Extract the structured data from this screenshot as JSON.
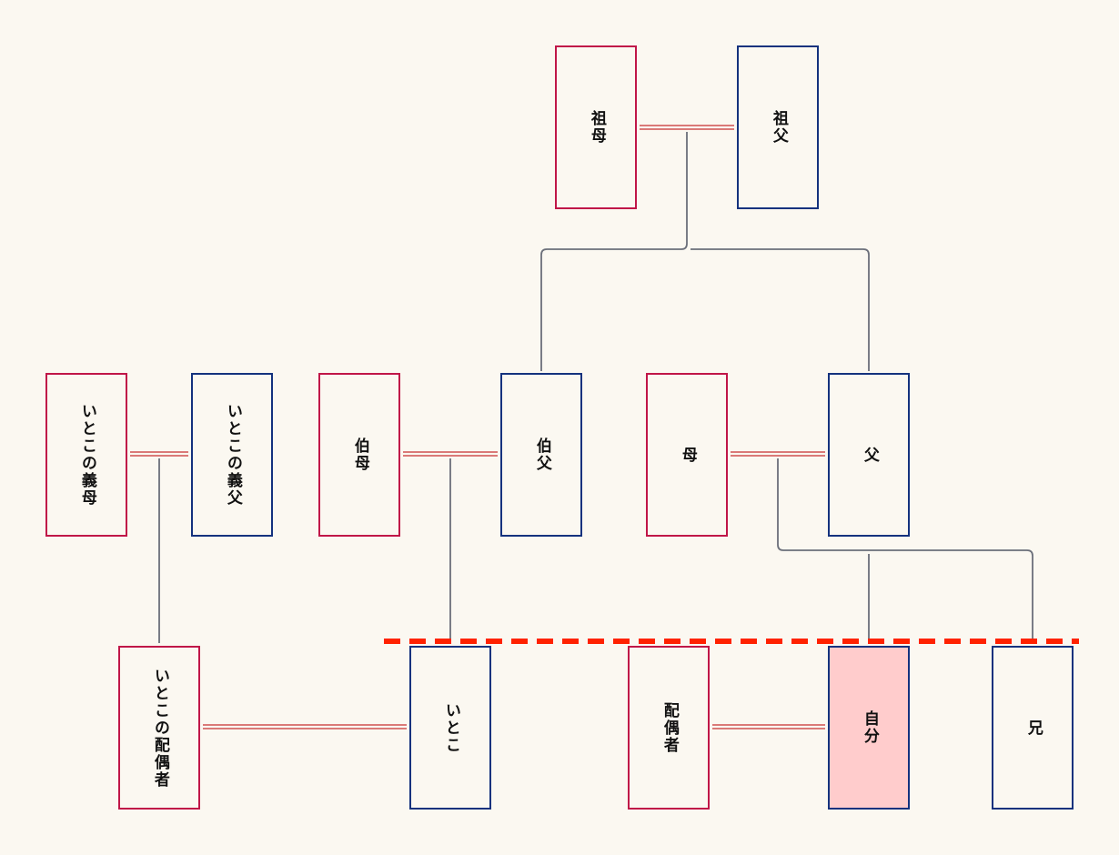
{
  "colors": {
    "background": "#fbf8f1",
    "female_border": "#c01648",
    "male_border": "#14327e",
    "self_fill": "#ffcccc",
    "marriage_line": "#d05050",
    "descent_line": "#6b6f7a",
    "generation_divider": "#ff2200"
  },
  "people": {
    "grandmother": "祖母",
    "grandfather": "祖父",
    "cousin_mother_in_law": "いとこの義母",
    "cousin_father_in_law": "いとこの義父",
    "aunt": "伯母",
    "uncle": "伯父",
    "mother": "母",
    "father": "父",
    "cousin_spouse": "いとこの配偶者",
    "cousin": "いとこ",
    "spouse": "配偶者",
    "self": "自分",
    "elder_brother": "兄"
  }
}
